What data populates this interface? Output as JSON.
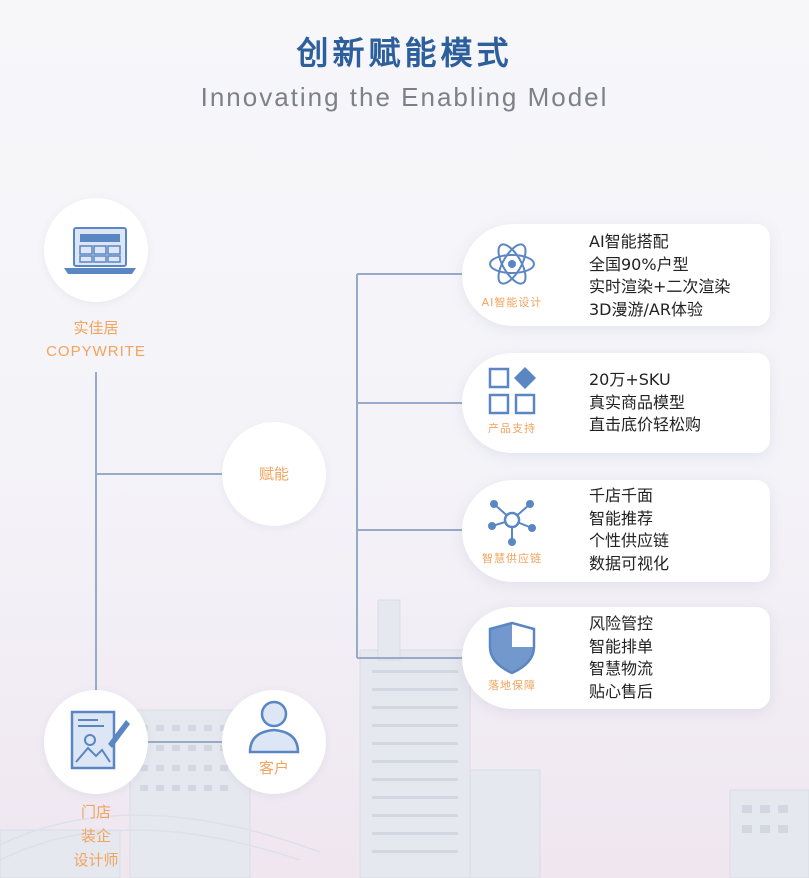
{
  "header": {
    "title": "创新赋能模式",
    "subtitle": "Innovating the Enabling Model"
  },
  "nodes": {
    "source": {
      "name": "实佳居",
      "latin_name": "COPYWRITE",
      "icon": "laptop-icon"
    },
    "hub": {
      "label": "赋能"
    },
    "partner": {
      "lines": [
        "门店",
        "装企",
        "设计师"
      ],
      "icon": "design-drawing-icon"
    },
    "customer": {
      "label": "客户",
      "icon": "user-icon"
    }
  },
  "services": [
    {
      "caption": "AI智能设计",
      "icon": "atom-icon",
      "items": [
        "AI智能搭配",
        "全国90%户型",
        "实时渲染+二次渲染",
        "3D漫游/AR体验"
      ]
    },
    {
      "caption": "产品支持",
      "icon": "product-grid-icon",
      "items": [
        "20万+SKU",
        "真实商品模型",
        "直击底价轻松购"
      ]
    },
    {
      "caption": "智慧供应链",
      "icon": "network-icon",
      "items": [
        "千店千面",
        "智能推荐",
        "个性供应链",
        "数据可视化"
      ]
    },
    {
      "caption": "落地保障",
      "icon": "shield-icon",
      "items": [
        "风险管控",
        "智能排单",
        "智慧物流",
        "贴心售后"
      ]
    }
  ],
  "colors": {
    "title": "#2c5f9c",
    "accent": "#f2a35e",
    "line": "#98aac7",
    "icon": "#5b86c4"
  }
}
